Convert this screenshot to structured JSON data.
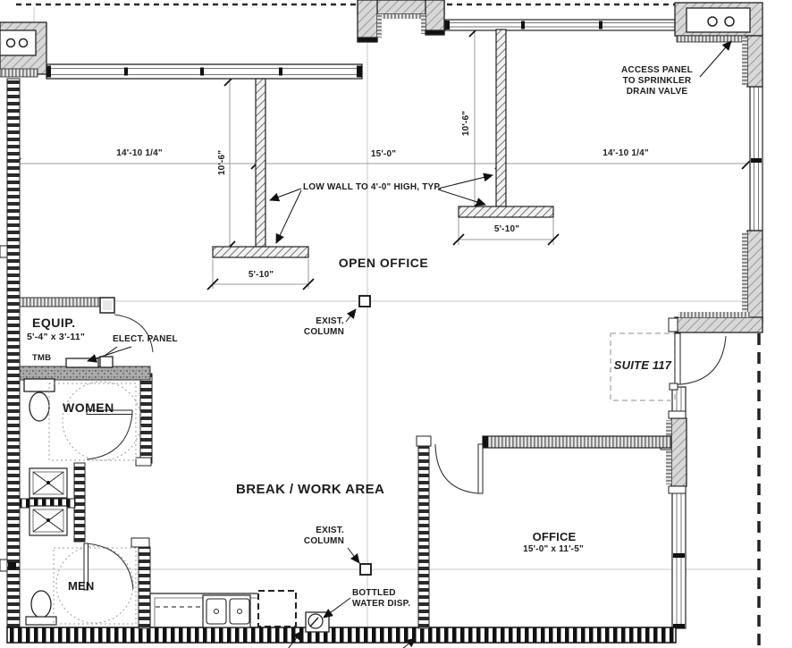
{
  "colors": {
    "ink": "#1c1c1c",
    "wall_gray": "#d8d8d8",
    "hatch_line": "#8a8a8a",
    "gridline": "#c9c9c9",
    "dim_line": "#999999",
    "dashed_box": "#b3b3b3"
  },
  "rooms": {
    "open_office": {
      "label": "OPEN OFFICE"
    },
    "break_work": {
      "label": "BREAK / WORK AREA"
    },
    "office": {
      "label": "OFFICE",
      "dims": "15'-0\" x 11'-5\""
    },
    "women": {
      "label": "WOMEN"
    },
    "men": {
      "label": "MEN"
    },
    "equip": {
      "label": "EQUIP.",
      "dims": "5'-4\" x 3'-11\""
    },
    "suite": {
      "label": "SUITE 117"
    }
  },
  "annotations": {
    "access_panel": {
      "line1": "ACCESS PANEL",
      "line2": "TO SPRINKLER",
      "line3": "DRAIN VALVE"
    },
    "low_wall_note": "LOW WALL TO 4'-0\" HIGH, TYP.",
    "elect_panel": "ELECT. PANEL",
    "tmb": "TMB",
    "exist_column_top": {
      "line1": "EXIST.",
      "line2": "COLUMN"
    },
    "exist_column_bottom": {
      "line1": "EXIST.",
      "line2": "COLUMN"
    },
    "bottled_water": {
      "line1": "BOTTLED",
      "line2": "WATER DISP."
    }
  },
  "dimensions": {
    "top_left": "14'-10 1/4\"",
    "top_mid": "15'-0\"",
    "top_right": "14'-10 1/4\"",
    "vert_left": "10'-6\"",
    "vert_right": "10'-6\"",
    "low_wall_left": "5'-10\"",
    "low_wall_right": "5'-10\""
  }
}
